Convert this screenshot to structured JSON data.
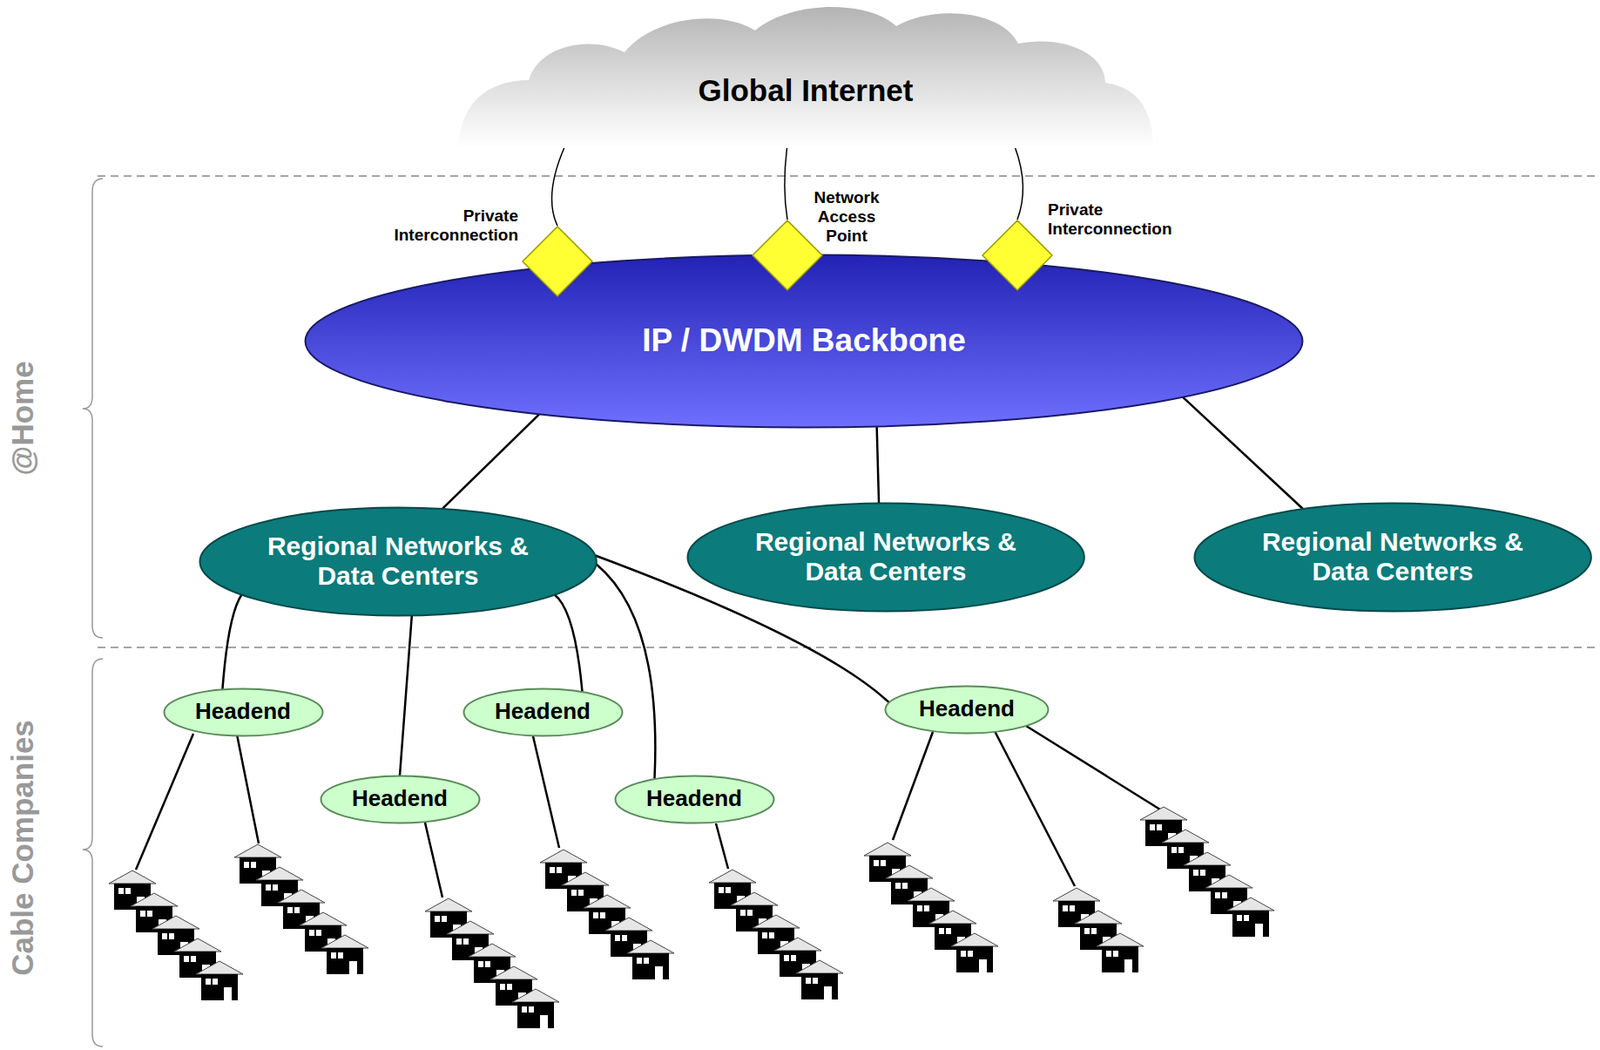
{
  "diagram": {
    "nodes": [
      {
        "text": [
          "Global Internet"
        ]
      },
      {
        "text": [
          "Private Interconnection"
        ]
      },
      {
        "text": [
          "Network Access Point"
        ]
      },
      {
        "text": [
          "Private Interconnection"
        ]
      },
      {
        "text": [
          "IP / DWDM Backbone"
        ]
      },
      {
        "text": [
          "Regional Networks & Data Centers"
        ]
      },
      {
        "text": [
          "Regional Networks & Data Centers"
        ]
      },
      {
        "text": [
          "Regional Networks & Data Centers"
        ]
      },
      {
        "text": [
          "Headend"
        ]
      },
      {
        "text": [
          "Headend"
        ]
      },
      {
        "text": [
          "Headend"
        ]
      },
      {
        "text": [
          "Headend"
        ]
      },
      {
        "text": [
          "Headend"
        ]
      }
    ],
    "edges": [
      {
        "from": 0,
        "to": 1,
        "arrow": "none"
      },
      {
        "from": 0,
        "to": 2,
        "arrow": "none"
      },
      {
        "from": 0,
        "to": 3,
        "arrow": "none"
      },
      {
        "from": 4,
        "to": 5,
        "arrow": "none"
      },
      {
        "from": 4,
        "to": 6,
        "arrow": "none"
      },
      {
        "from": 4,
        "to": 7,
        "arrow": "none"
      },
      {
        "from": 5,
        "to": 8,
        "arrow": "none"
      },
      {
        "from": 5,
        "to": 9,
        "arrow": "none"
      },
      {
        "from": 5,
        "to": 10,
        "arrow": "none"
      },
      {
        "from": 5,
        "to": 11,
        "arrow": "none"
      },
      {
        "from": 5,
        "to": 12,
        "arrow": "none"
      }
    ],
    "labels": [
      "@Home",
      "Cable Companies"
    ]
  }
}
